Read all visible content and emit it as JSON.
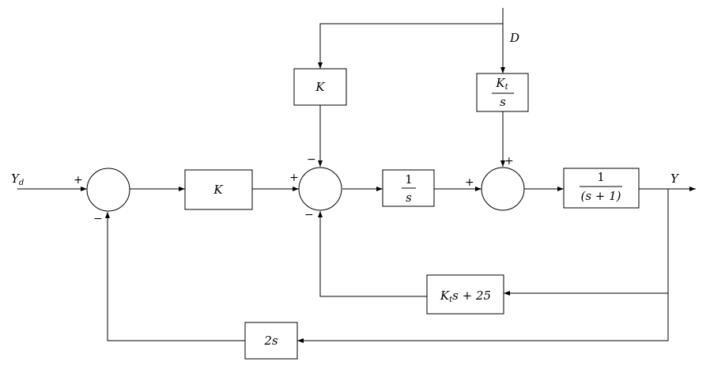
{
  "signals": {
    "input": "Y",
    "input_sub": "d",
    "output": "Y",
    "disturbance": "D"
  },
  "blocks": {
    "gain_forward": "K",
    "gain_disturbance": "K",
    "kt_over_s": {
      "num": "K",
      "num_sub": "t",
      "den": "s"
    },
    "integrator": {
      "num": "1",
      "den": "s"
    },
    "plant": {
      "num": "1",
      "den": "(s + 1)"
    },
    "inner_feedback": {
      "pre": "K",
      "pre_sub": "t",
      "post": "s + 25"
    },
    "outer_feedback": "2s"
  },
  "summing_signs": {
    "sum1_left": "+",
    "sum1_bottom": "−",
    "sum2_left": "+",
    "sum2_top": "−",
    "sum2_bottom": "−",
    "sum3_left": "+",
    "sum3_top": "+"
  }
}
